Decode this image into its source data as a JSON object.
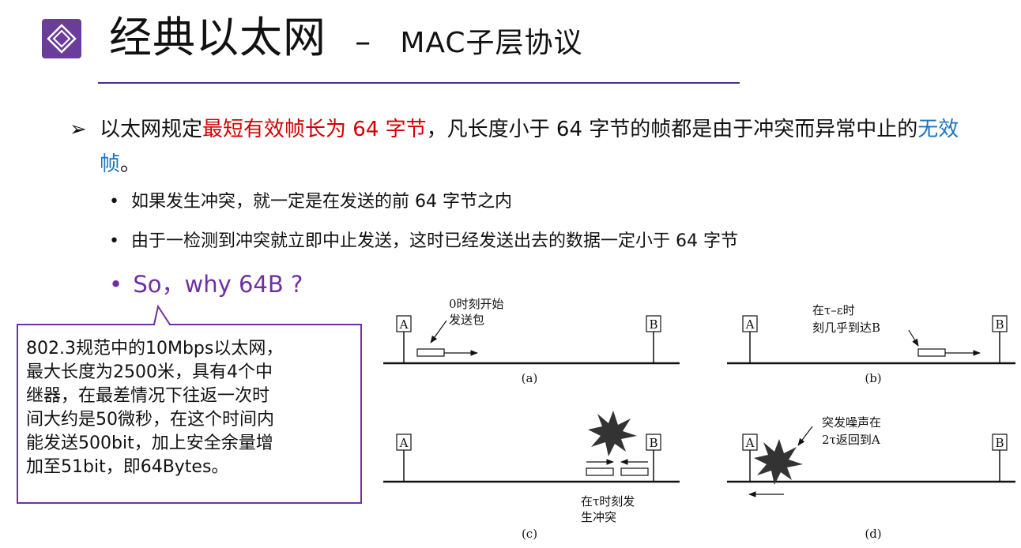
{
  "title": {
    "main": "经典以太网",
    "dash": "–",
    "sub": "MAC子层协议"
  },
  "logo_icon": "diamond-layers-icon",
  "accent_color": "#4b2d83",
  "point1": {
    "prefix": "以太网规定",
    "highlight_red": "最短有效帧长为 64 字节",
    "middle": "，凡长度小于 64 字节的帧都是由于冲突而异常中止的",
    "highlight_blue": "无效帧",
    "suffix": "。",
    "arrow": "➢"
  },
  "bullets": [
    {
      "dot": "•",
      "text": "如果发生冲突，就一定是在发送的前 64 字节之内"
    },
    {
      "dot": "•",
      "text": "由于一检测到冲突就立即中止发送，这时已经发送出去的数据一定小于 64 字节"
    },
    {
      "dot": "•",
      "text": "So，why 64B ?"
    }
  ],
  "callout": {
    "lines": [
      "802.3规范中的10Mbps以太网，",
      "最大长度为2500米，具有4个中",
      "继器，在最差情况下往返一次时",
      "间大约是50微秒，在这个时间内",
      "能发送500bit，加上安全余量增",
      "加至51bit，即64Bytes。"
    ]
  },
  "diagram": {
    "station_a": "A",
    "station_b": "B",
    "a_label_1": "0时刻开始",
    "a_label_2": "发送包",
    "a_caption": "(a)",
    "b_label_1": "在τ–ε时",
    "b_label_2": "刻几乎到达B",
    "b_caption": "(b)",
    "c_label_1": "在τ时刻发",
    "c_label_2": "生冲突",
    "c_caption": "(c)",
    "d_label_1": "突发噪声在",
    "d_label_2": "2τ返回到A",
    "d_caption": "(d)"
  }
}
